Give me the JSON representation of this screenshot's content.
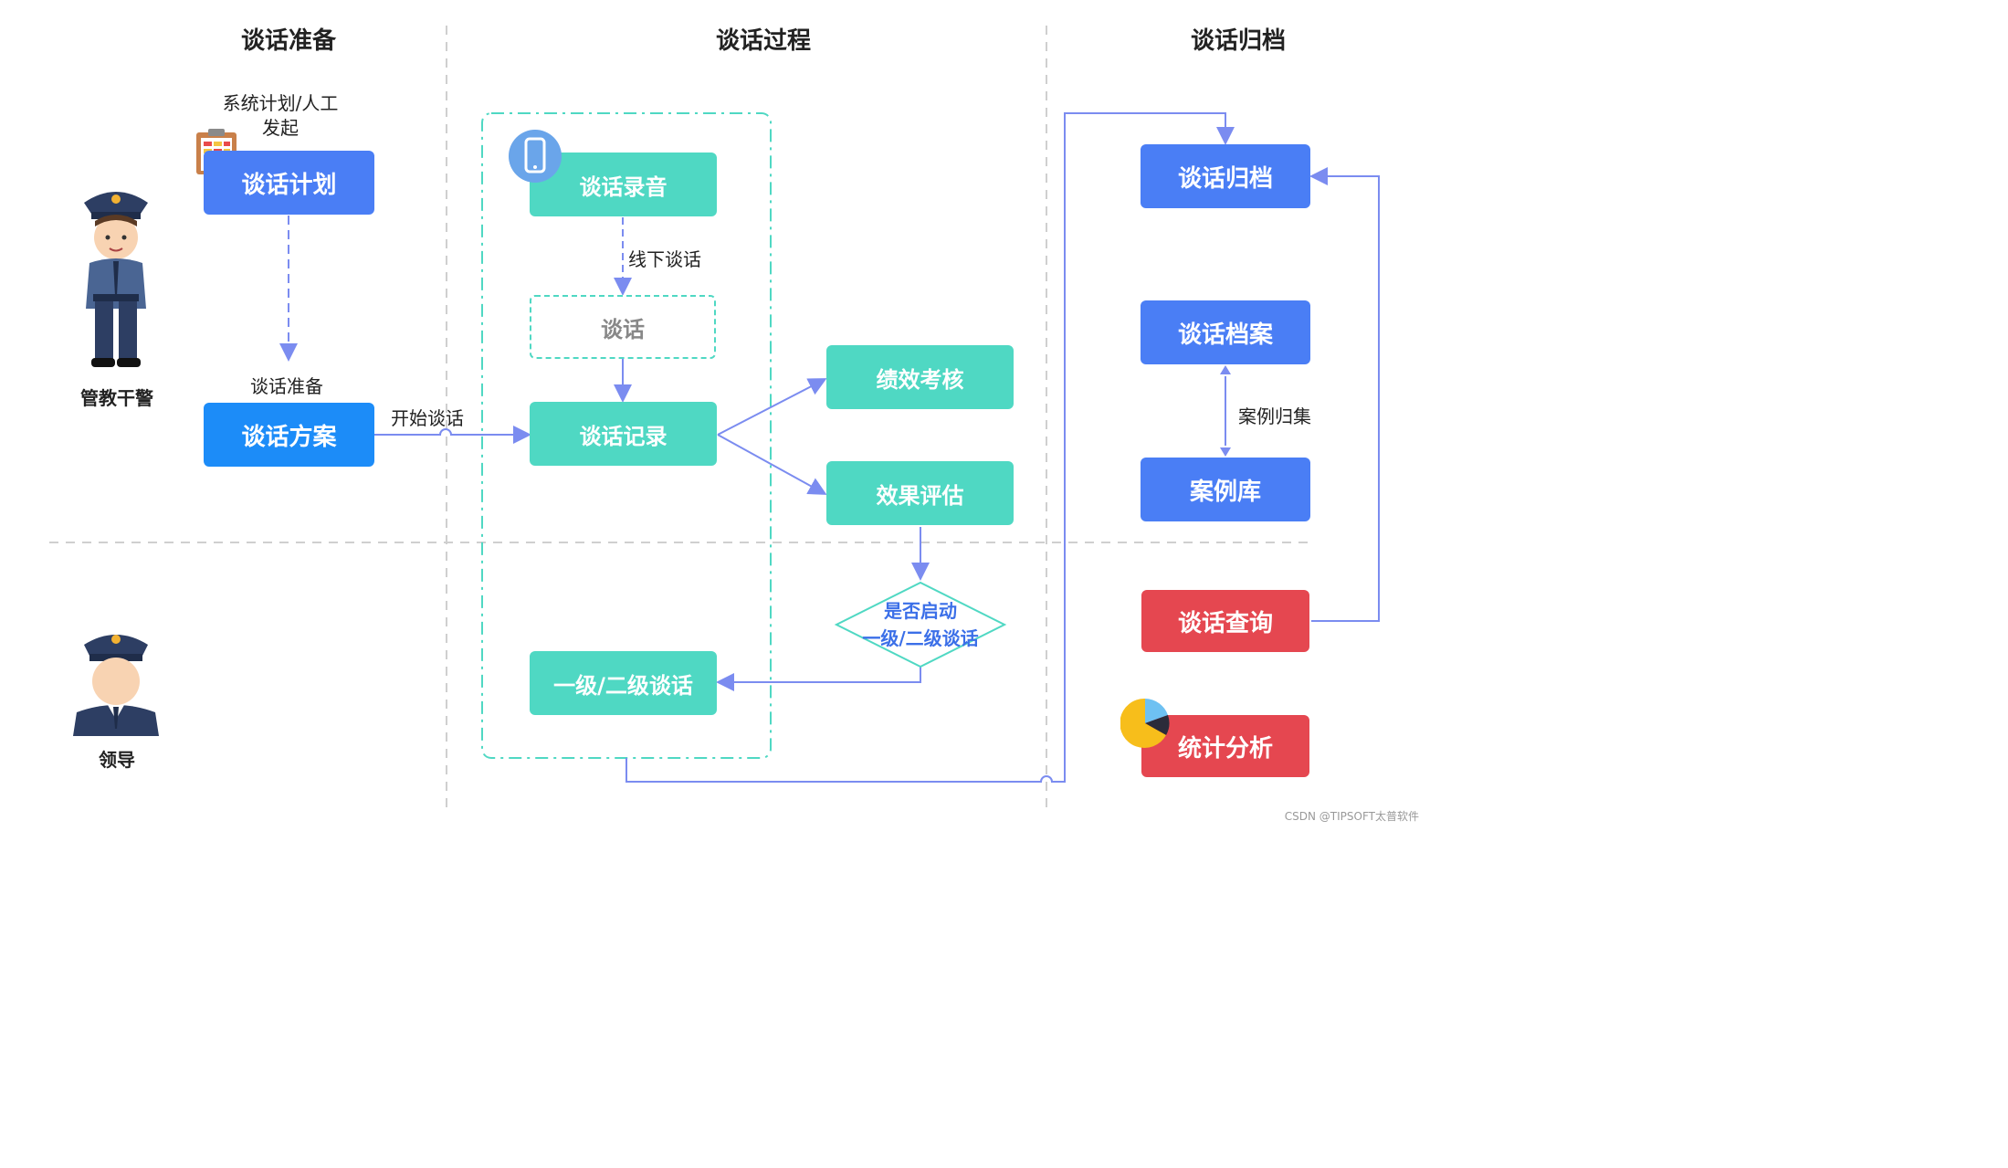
{
  "columns": {
    "prep": "谈话准备",
    "process": "谈话过程",
    "archive": "谈话归档"
  },
  "roles": {
    "officer": "管教干警",
    "leader": "领导"
  },
  "labels": {
    "system_plan": "系统计划/人工\n发起",
    "talk_prep": "谈话准备",
    "start_talk": "开始谈话",
    "offline_talk": "线下谈话",
    "case_collect": "案例归集"
  },
  "nodes": {
    "talk_plan": "谈话计划",
    "talk_scheme": "谈话方案",
    "talk_record_audio": "谈话录音",
    "talk": "谈话",
    "talk_record": "谈话记录",
    "performance": "绩效考核",
    "effect_eval": "效果评估",
    "decision": "是否启动\n一级/二级谈话",
    "level_talk": "一级/二级谈话",
    "talk_archive": "谈话归档",
    "talk_file": "谈话档案",
    "case_library": "案例库",
    "talk_query": "谈话查询",
    "stats": "统计分析"
  },
  "watermark": "CSDN @TIPSOFT太普软件",
  "colors": {
    "blue": "#4a7ef5",
    "blue_dark": "#1c8cf8",
    "teal": "#4fd8c3",
    "red": "#e54750",
    "arrow": "#7b8cf0",
    "divider": "#cfcfcf"
  },
  "icons": [
    "clipboard-icon",
    "phone-icon",
    "pie-chart-icon",
    "police-officer-icon",
    "police-leader-icon"
  ]
}
